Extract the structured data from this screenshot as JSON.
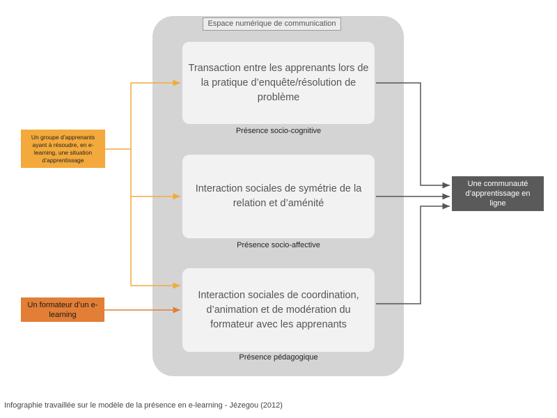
{
  "diagram": {
    "space_label": "Espace numérique de communication",
    "boxes": [
      "Transaction entre les apprenants lors de la pratique d’enquête/résolution de problème",
      "Interaction sociales de symétrie de la relation et d’aménité",
      "Interaction sociales de coordination, d’animation et de modération du formateur avec les apprenants"
    ],
    "presences": [
      "Présence socio-cognitive",
      "Présence socio-affective",
      "Présence pédagogique"
    ],
    "learners": "Un groupe d’apprenants ayant à résoudre, en e-learning, une situation d’apprentissage",
    "trainer": "Un formateur d’un e-learning",
    "community": "Une communauté d’apprentissage en ligne",
    "colors": {
      "learners": "#f3a93b",
      "trainer": "#e27e36",
      "community": "#5a5a5a",
      "arrow_dark": "#555555"
    }
  },
  "caption": "Infographie travaillée sur le modèle de la présence en e-learning - Jézegou (2012)"
}
